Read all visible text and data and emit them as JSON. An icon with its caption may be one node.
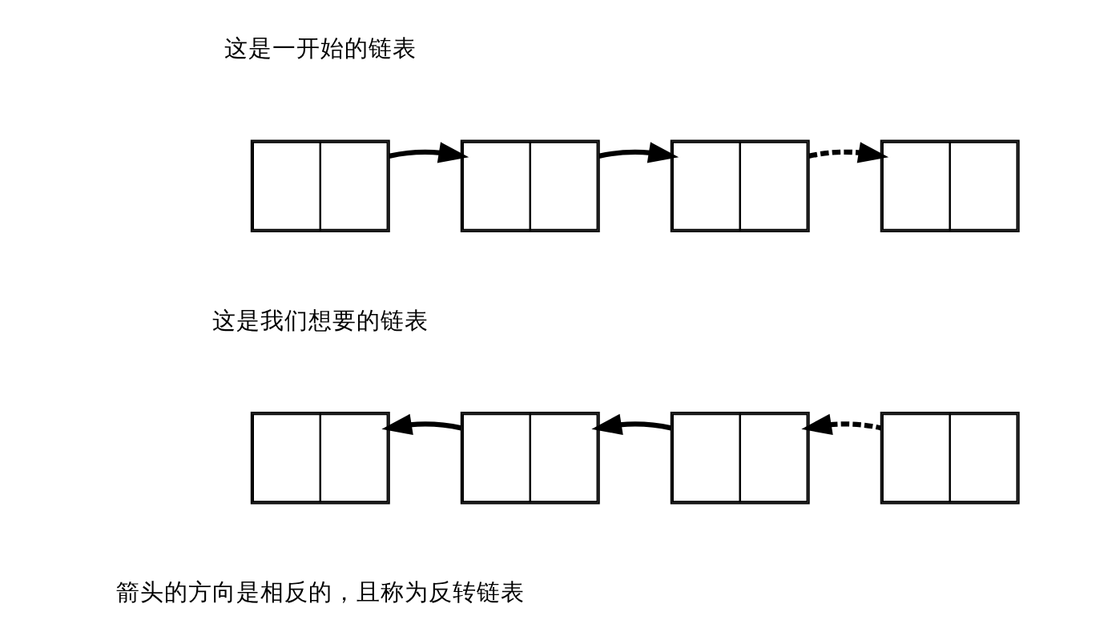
{
  "diagram": {
    "nodes": [
      {
        "text": [],
        "shape": "box"
      },
      {
        "text": [],
        "shape": "box"
      },
      {
        "text": [],
        "shape": "box"
      },
      {
        "text": [],
        "shape": "box"
      },
      {
        "text": [],
        "shape": "box"
      },
      {
        "text": [],
        "shape": "box"
      },
      {
        "text": [],
        "shape": "box"
      },
      {
        "text": [],
        "shape": "box"
      }
    ],
    "edges": [
      {
        "from": 0,
        "to": 1,
        "arrow": "to"
      },
      {
        "from": 1,
        "to": 2,
        "arrow": "to"
      },
      {
        "from": 2,
        "to": 3,
        "arrow": "to",
        "style": "dashed"
      },
      {
        "from": 5,
        "to": 4,
        "arrow": "to"
      },
      {
        "from": 6,
        "to": 5,
        "arrow": "to"
      },
      {
        "from": 7,
        "to": 6,
        "arrow": "to",
        "style": "dashed"
      }
    ],
    "labels": [
      "这是一开始的链表",
      "这是我们想要的链表",
      "箭头的方向是相反的，且称为反转链表"
    ]
  }
}
